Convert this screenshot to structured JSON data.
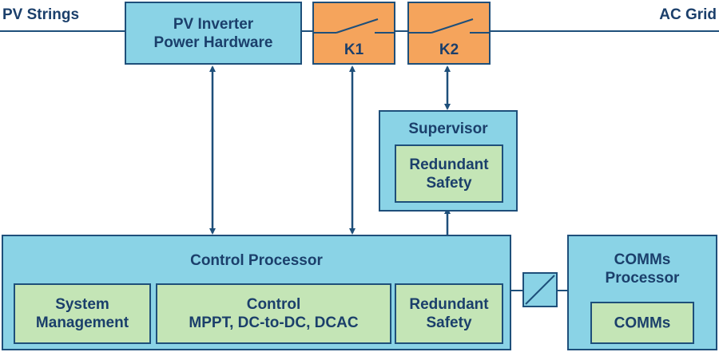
{
  "labels": {
    "pv_strings": "PV Strings",
    "ac_grid": "AC Grid"
  },
  "blocks": {
    "pv_inverter": "PV Inverter\nPower Hardware",
    "k1": "K1",
    "k2": "K2",
    "supervisor": "Supervisor",
    "supervisor_safety": "Redundant\nSafety",
    "control_processor": "Control Processor",
    "system_management": "System\nManagement",
    "control": "Control\nMPPT, DC-to-DC, DCAC",
    "cp_safety": "Redundant\nSafety",
    "comms_processor": "COMMs\nProcessor",
    "comms": "COMMs"
  },
  "colors": {
    "blue_fill": "#8ad3e6",
    "green_fill": "#c4e5b6",
    "orange_fill": "#f5a45c",
    "line": "#1e4f7a",
    "text": "#1b3f6b"
  }
}
